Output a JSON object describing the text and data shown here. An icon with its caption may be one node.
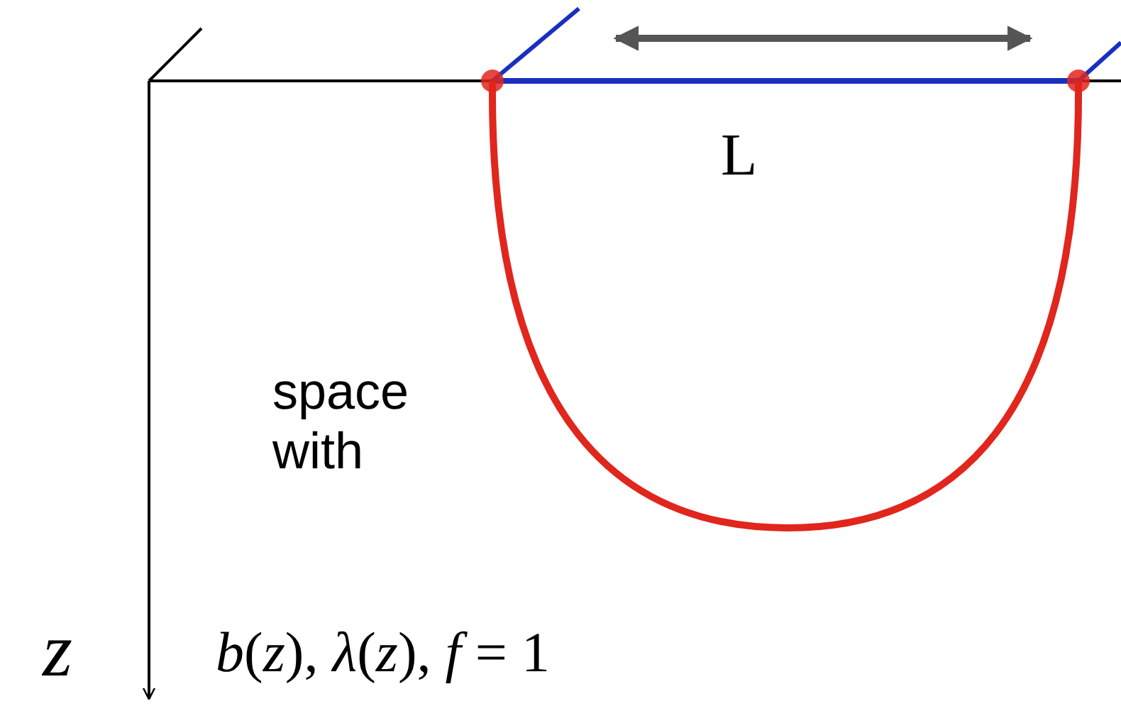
{
  "diagram": {
    "labels": [
      "L",
      "space with",
      "z",
      "*b*(*z*), *λ*(*z*), *f* = 1"
    ]
  }
}
